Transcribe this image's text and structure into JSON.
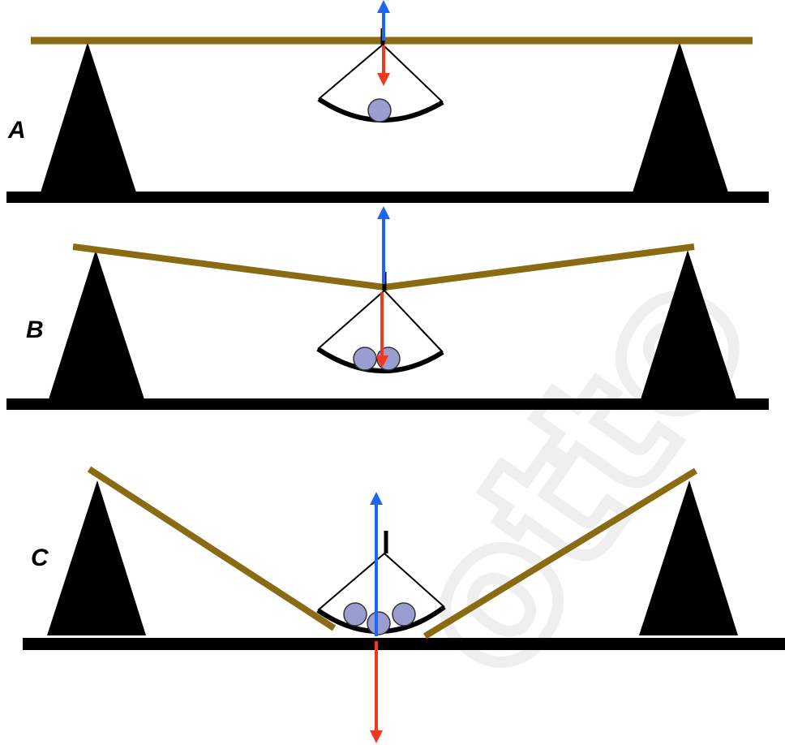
{
  "panels": [
    {
      "label": "A",
      "weights": 1
    },
    {
      "label": "B",
      "weights": 2
    },
    {
      "label": "C",
      "weights": 3
    }
  ],
  "colors": {
    "rope": "#8b6a14",
    "ground": "#000000",
    "support": "#000000",
    "basket": "#000000",
    "weight_fill": "#9a9dd0",
    "weight_stroke": "#333333",
    "tension_arrow": "#1e66f0",
    "weight_arrow": "#f03a1e"
  }
}
